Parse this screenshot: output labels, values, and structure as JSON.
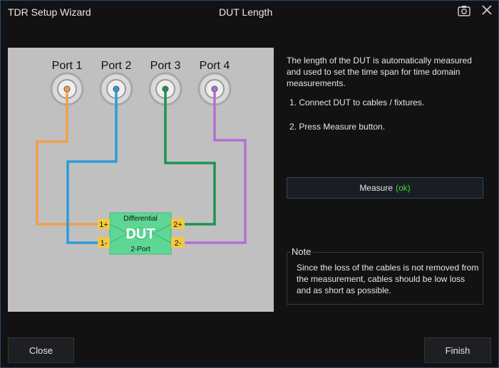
{
  "titlebar": {
    "app_title": "TDR Setup Wizard",
    "page_title": "DUT Length",
    "camera_icon": "camera-icon",
    "close_icon": "close-icon"
  },
  "diagram": {
    "ports": [
      "Port 1",
      "Port 2",
      "Port 3",
      "Port 4"
    ],
    "cable_colors": [
      "#f0a04b",
      "#2e9ad6",
      "#1a9450",
      "#b36fd8"
    ],
    "dut": {
      "top_label": "Differential",
      "main_label": "DUT",
      "bottom_label": "2-Port",
      "pins": [
        "1+",
        "1-",
        "2+",
        "2-"
      ]
    }
  },
  "instructions": {
    "description": "The length of the DUT is automatically measured and used to set the time span for time domain measurements.",
    "step1": "1. Connect DUT to cables / fixtures.",
    "step2": "2. Press Measure button."
  },
  "measure": {
    "label": "Measure",
    "status": "(ok)"
  },
  "note": {
    "label": "Note",
    "text": "Since the loss of the cables is not removed from the measurement, cables should be low loss and as short as possible."
  },
  "footer": {
    "close_label": "Close",
    "finish_label": "Finish"
  }
}
